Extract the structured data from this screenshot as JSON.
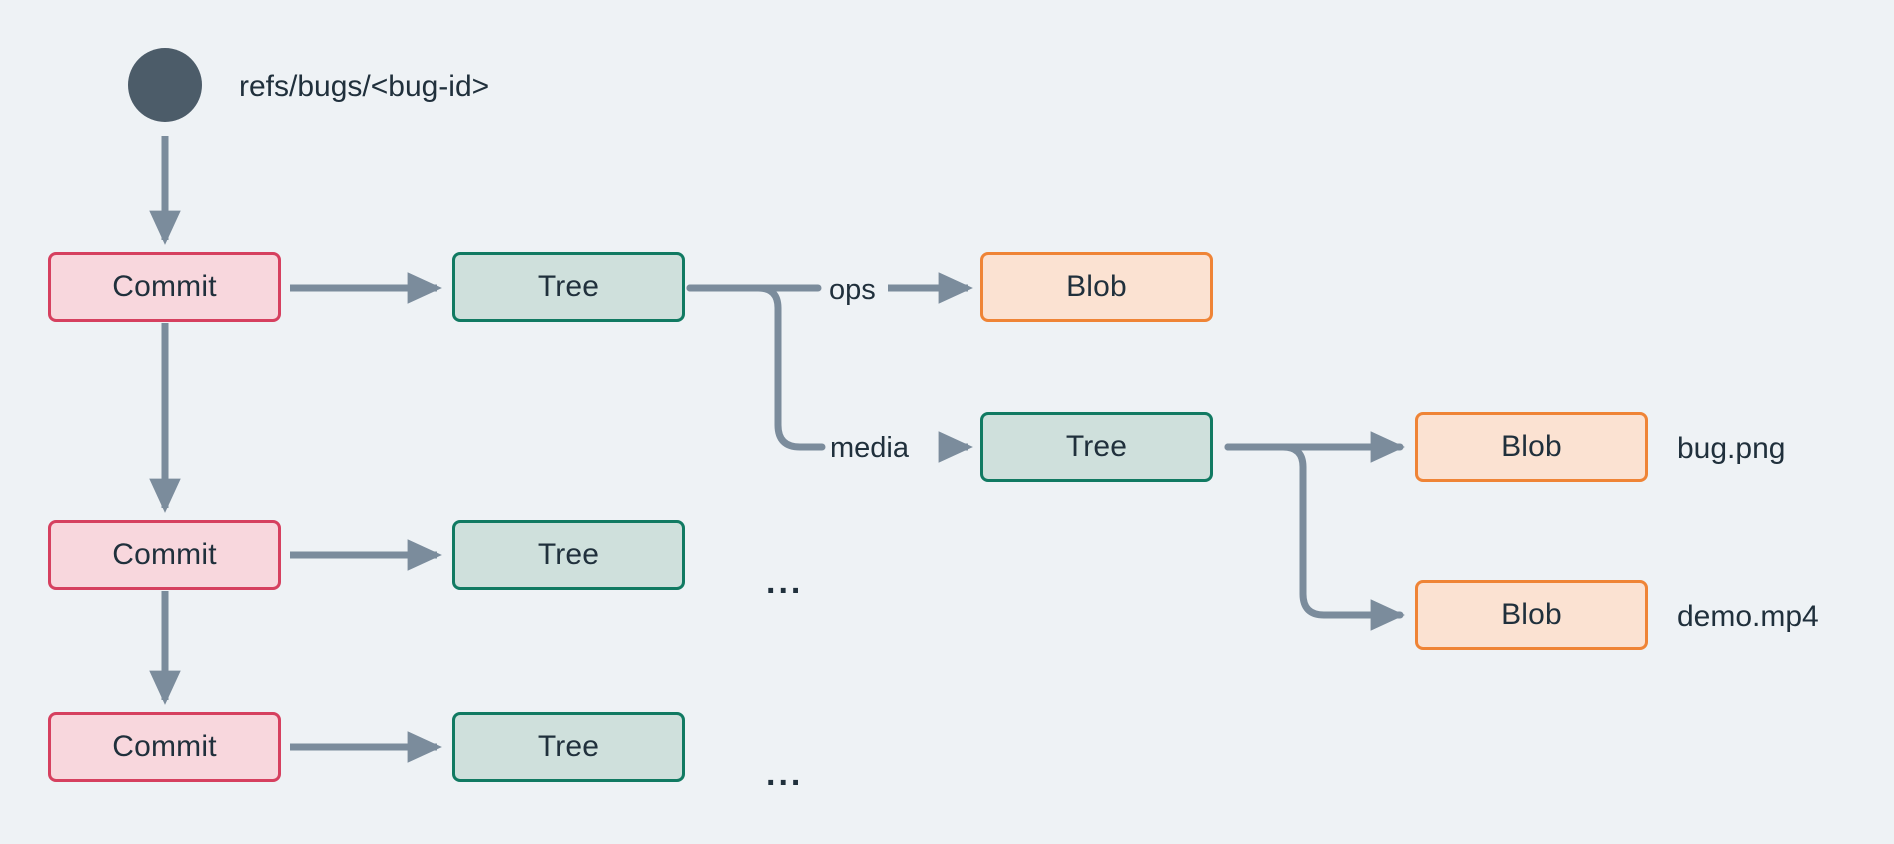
{
  "diagram": {
    "title": "Git object graph for a bug reference",
    "background_color": "#eef2f5",
    "edge_color": "#7b8c9c",
    "text_color": "#20303c"
  },
  "ref": {
    "dot_name": "ref-dot",
    "dot_color": "#4c5c69",
    "label": "refs/bugs/<bug-id>"
  },
  "palette": {
    "commit_fill": "#f8d7dd",
    "commit_border": "#d6405f",
    "tree_fill": "#cfe0dc",
    "tree_border": "#117a62",
    "blob_fill": "#fbe2d2",
    "blob_border": "#ef8436"
  },
  "nodes": {
    "commit1": "Commit",
    "commit2": "Commit",
    "commit3": "Commit",
    "tree1": "Tree",
    "tree2": "Tree",
    "tree3": "Tree",
    "media_tree": "Tree",
    "blob_ops": "Blob",
    "blob_bug": "Blob",
    "blob_demo": "Blob"
  },
  "edge_labels": {
    "ops": "ops",
    "media": "media"
  },
  "file_labels": {
    "bug_png": "bug.png",
    "demo_mp4": "demo.mp4"
  },
  "truncation": {
    "row2": "...",
    "row3": "..."
  }
}
